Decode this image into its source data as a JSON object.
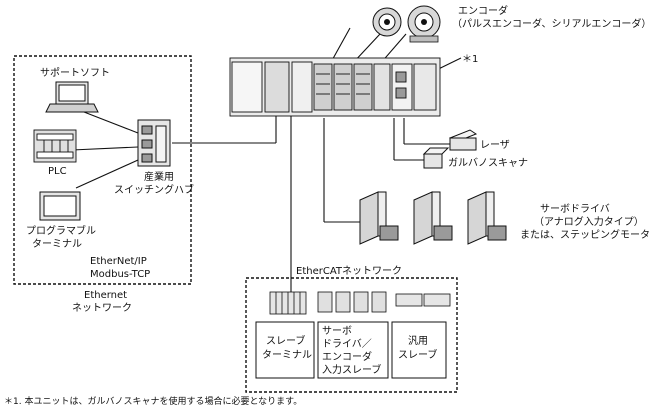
{
  "labels": {
    "encoder": "エンコーダ",
    "encoder_sub": "（パルスエンコーダ、シリアルエンコーダ）",
    "star1": "＊1",
    "support_software": "サポートソフト",
    "plc": "PLC",
    "industrial_switch_1": "産業用",
    "industrial_switch_2": "スイッチングハブ",
    "programmable_terminal_1": "プログラマブル",
    "programmable_terminal_2": "ターミナル",
    "ethernet_ip": "EtherNet/IP",
    "modbus_tcp": "Modbus-TCP",
    "ethernet_network_1": "Ethernet",
    "ethernet_network_2": "ネットワーク",
    "laser": "レーザ",
    "galvano_scanner": "ガルバノスキャナ",
    "servo_driver_1": "サーボドライバ",
    "servo_driver_2": "（アナログ入力タイプ）",
    "servo_driver_3": "または、ステッピングモータ",
    "ethercat_network": "EtherCATネットワーク",
    "slave_terminal_1": "スレーブ",
    "slave_terminal_2": "ターミナル",
    "servo_encoder_slave_1": "サーボ",
    "servo_encoder_slave_2": "ドライバ／",
    "servo_encoder_slave_3": "エンコーダ",
    "servo_encoder_slave_4": "入力スレーブ",
    "general_slave_1": "汎用",
    "general_slave_2": "スレーブ",
    "footnote": "＊1. 本ユニットは、ガルバノスキャナを使用する場合に必要となります。"
  },
  "colors": {
    "line": "#111111",
    "device_fill": "#e6e6e6",
    "device_dark": "#9a9a9a"
  }
}
